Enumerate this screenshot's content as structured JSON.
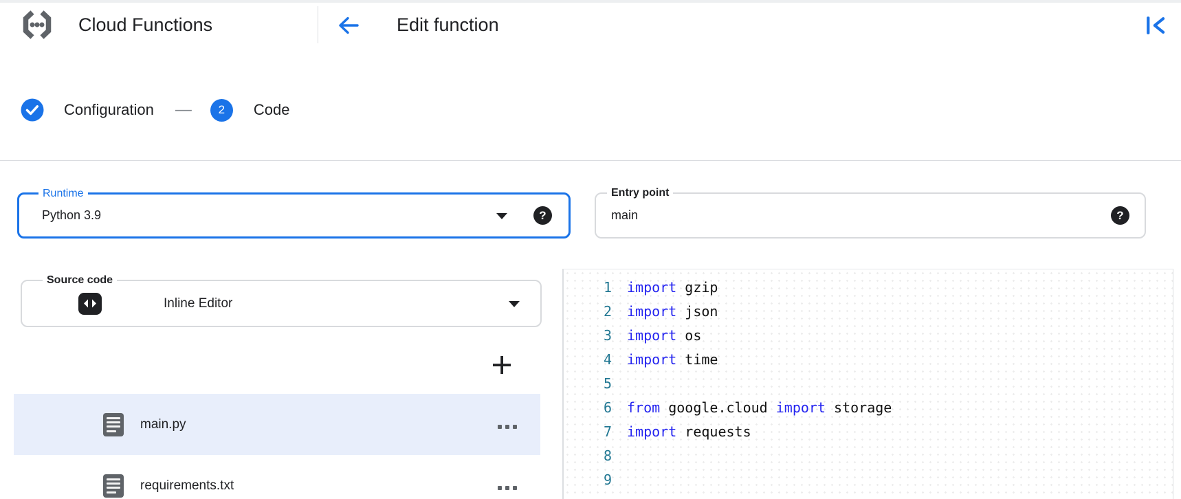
{
  "header": {
    "app_title": "Cloud Functions",
    "page_title": "Edit function"
  },
  "stepper": {
    "step1_label": "Configuration",
    "step2_number": "2",
    "step2_label": "Code",
    "separator": "—"
  },
  "form": {
    "runtime": {
      "label": "Runtime",
      "value": "Python 3.9"
    },
    "entry_point": {
      "label": "Entry point",
      "value": "main"
    },
    "source_code": {
      "label": "Source code",
      "value": "Inline Editor"
    },
    "help_glyph": "?"
  },
  "files": [
    {
      "name": "main.py",
      "selected": true
    },
    {
      "name": "requirements.txt",
      "selected": false
    }
  ],
  "editor": {
    "lines": [
      {
        "number": "1",
        "tokens": [
          {
            "type": "keyword",
            "text": "import"
          },
          {
            "type": "plain",
            "text": " gzip"
          }
        ]
      },
      {
        "number": "2",
        "tokens": [
          {
            "type": "keyword",
            "text": "import"
          },
          {
            "type": "plain",
            "text": " json"
          }
        ]
      },
      {
        "number": "3",
        "tokens": [
          {
            "type": "keyword",
            "text": "import"
          },
          {
            "type": "plain",
            "text": " os"
          }
        ]
      },
      {
        "number": "4",
        "tokens": [
          {
            "type": "keyword",
            "text": "import"
          },
          {
            "type": "plain",
            "text": " time"
          }
        ]
      },
      {
        "number": "5",
        "tokens": []
      },
      {
        "number": "6",
        "tokens": [
          {
            "type": "keyword",
            "text": "from"
          },
          {
            "type": "plain",
            "text": " google.cloud "
          },
          {
            "type": "keyword",
            "text": "import"
          },
          {
            "type": "plain",
            "text": " storage"
          }
        ]
      },
      {
        "number": "7",
        "tokens": [
          {
            "type": "keyword",
            "text": "import"
          },
          {
            "type": "plain",
            "text": " requests"
          }
        ]
      },
      {
        "number": "8",
        "tokens": []
      },
      {
        "number": "9",
        "tokens": []
      }
    ]
  },
  "colors": {
    "accent_blue": "#1a73e8",
    "keyword_blue": "#2424f0",
    "line_number_teal": "#237893",
    "selected_file_bg": "#e8eefb",
    "border_gray": "#dadce0",
    "icon_gray": "#5f6368",
    "text_dark": "#202124"
  }
}
